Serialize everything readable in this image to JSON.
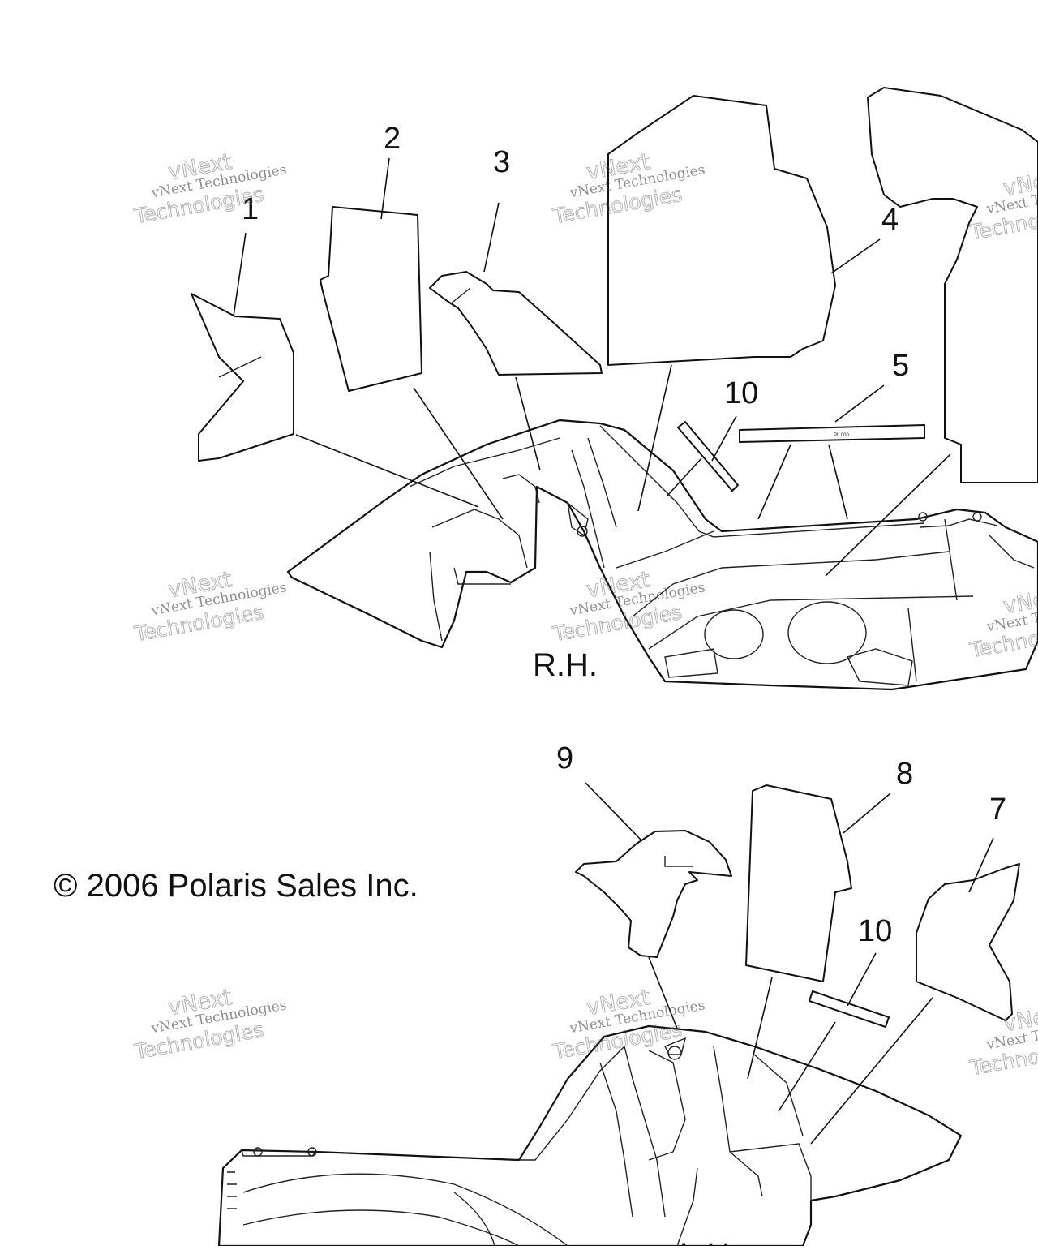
{
  "copyright": "© 2006 Polaris Sales Inc.",
  "views": {
    "right_hand": "R.H.",
    "left_hand": "L.H."
  },
  "callouts": {
    "c1": "1",
    "c2": "2",
    "c3": "3",
    "c4": "4",
    "c5": "5",
    "c10_top": "10",
    "c9": "9",
    "c8": "8",
    "c7": "7",
    "c10_bottom": "10"
  },
  "watermark": {
    "line1": "vNext",
    "line2": "vNext Technologies",
    "line3": "Technologies"
  }
}
